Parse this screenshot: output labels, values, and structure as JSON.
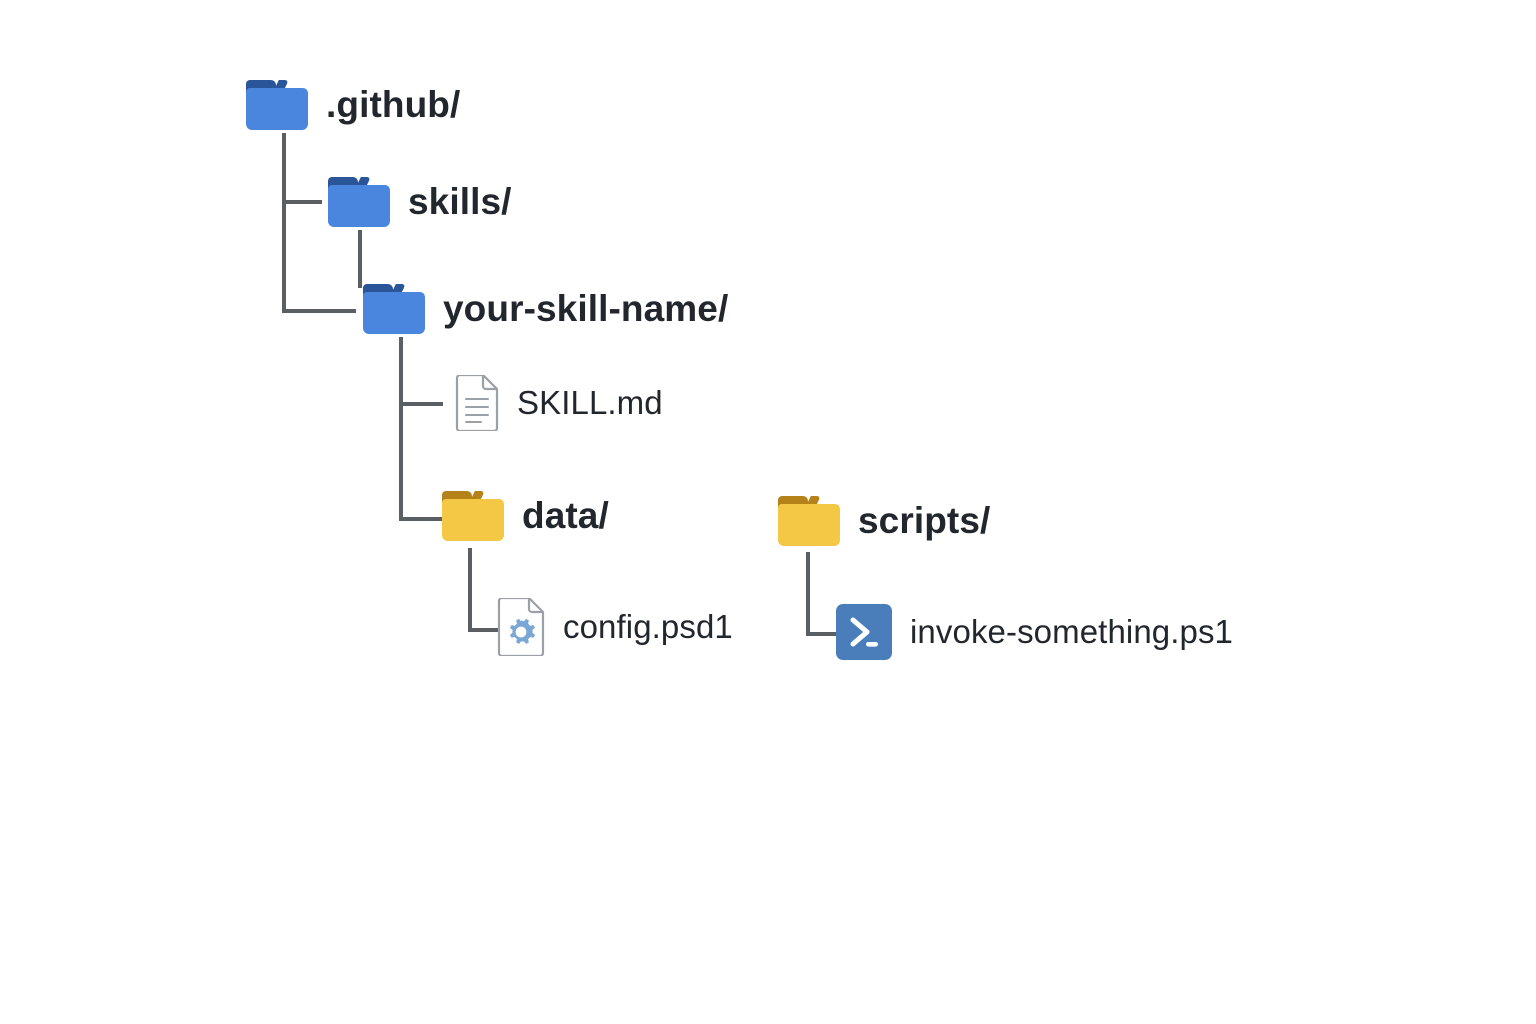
{
  "diagram": {
    "title": "Skill folder structure tree",
    "background": "#ffffff",
    "line_color": "#5a5f63",
    "text_color": "#22272e",
    "folder_blue": "#4a86dd",
    "folder_blue_tab": "#2a5699",
    "folder_yellow": "#f4c744",
    "folder_yellow_tab": "#b5821a",
    "powershell_blue": "#4a7ebb",
    "gear_blue": "#7ba7d7",
    "doc_outline": "#9aa0a6"
  },
  "nodes": {
    "github": {
      "label": ".github/",
      "icon": "folder-blue-icon",
      "kind": "directory"
    },
    "skills": {
      "label": "skills/",
      "icon": "folder-blue-icon",
      "kind": "directory"
    },
    "your_skill_name": {
      "label": "your-skill-name/",
      "icon": "folder-blue-icon",
      "kind": "directory"
    },
    "skill_md": {
      "label": "SKILL.md",
      "icon": "document-icon",
      "kind": "file"
    },
    "data": {
      "label": "data/",
      "icon": "folder-yellow-icon",
      "kind": "directory"
    },
    "config_psd1": {
      "label": "config.psd1",
      "icon": "config-document-icon",
      "kind": "file"
    },
    "scripts": {
      "label": "scripts/",
      "icon": "folder-yellow-icon",
      "kind": "directory"
    },
    "invoke_something_ps1": {
      "label": "invoke-something.ps1",
      "icon": "powershell-icon",
      "kind": "file"
    }
  }
}
